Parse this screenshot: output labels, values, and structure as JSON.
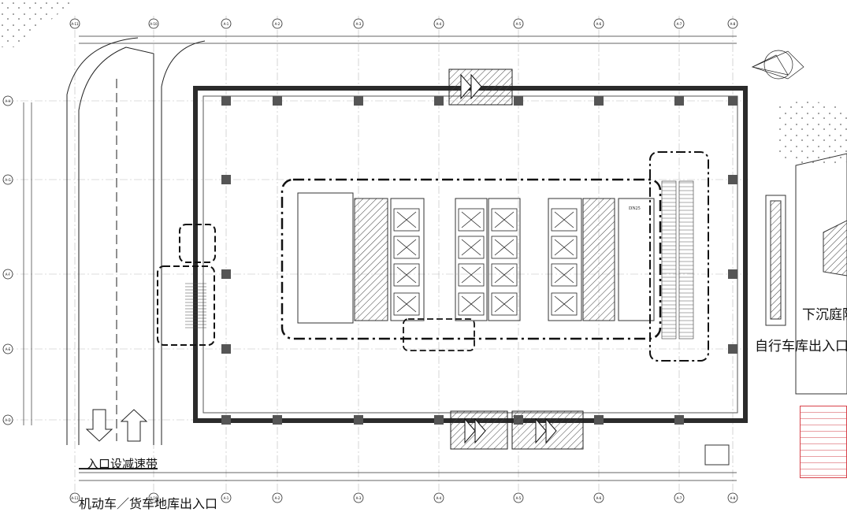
{
  "plan": {
    "labels": {
      "sunken_courtyard": "下沉庭院",
      "bike_entrance": "自行车库出入口",
      "speed_bump": "入口设减速带",
      "vehicle_entrance": "机动车／货车地库出入口",
      "elev_dn25": "DN25"
    },
    "column_marks_top": [
      "A-11",
      "A-10",
      "A-1",
      "A-2",
      "A-3",
      "A-4",
      "A-5",
      "A-6",
      "A-7",
      "A-8"
    ],
    "row_marks_left": [
      "A-H",
      "A-G",
      "A-F",
      "A-E",
      "A-D"
    ],
    "colors": {
      "line": "#1a1a1a",
      "stamp": "#d8424a",
      "wall": "#2b2b2b",
      "fill": "#555555"
    }
  }
}
